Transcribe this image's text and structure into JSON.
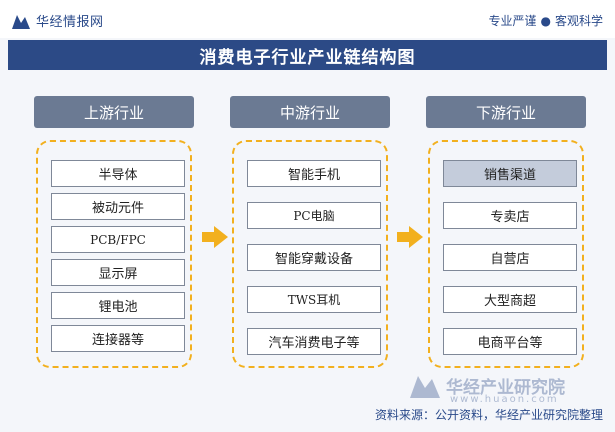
{
  "header": {
    "brand": "华经情报网",
    "slogan_left": "专业严谨",
    "slogan_right": "客观科学"
  },
  "title": "消费电子行业产业链结构图",
  "columns": [
    {
      "label": "上游行业",
      "items": [
        "半导体",
        "被动元件",
        "PCB/FPC",
        "显示屏",
        "锂电池",
        "连接器等"
      ]
    },
    {
      "label": "中游行业",
      "items": [
        "智能手机",
        "PC电脑",
        "智能穿戴设备",
        "TWS耳机",
        "汽车消费电子等"
      ]
    },
    {
      "label": "下游行业",
      "items": [
        "销售渠道",
        "专卖店",
        "自营店",
        "大型商超",
        "电商平台等"
      ]
    }
  ],
  "watermark": {
    "logo_text": "华经产业研究院",
    "url": "www.huaon.com"
  },
  "source": "资料来源：公开资料，华经产业研究院整理",
  "colors": {
    "banner": "#2c4a86",
    "column_header": "#6b7a93",
    "dashed_border": "#f2b01e",
    "arrow": "#f2b01e",
    "highlight_item": "#c4ccdb"
  }
}
